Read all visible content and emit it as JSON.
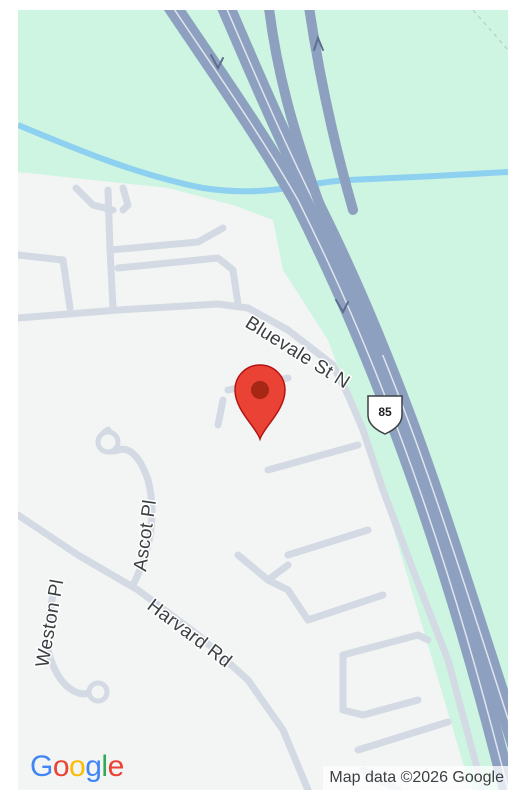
{
  "map": {
    "roads": {
      "bluevale": "Bluevale St N",
      "harvard": "Harvard Rd",
      "ascot": "Ascot Pl",
      "weston": "Weston Pl",
      "highway_shield": "85"
    },
    "marker": {
      "icon": "map-pin-icon",
      "color": "#ea4335"
    },
    "logo": [
      "G",
      "o",
      "o",
      "g",
      "l",
      "e"
    ],
    "attribution": "Map data ©2026 Google",
    "colors": {
      "park": "#cdf5e2",
      "land": "#f3f4f4",
      "local_road": "#d3dae3",
      "highway": "#8ea0bf",
      "water": "#8ed0ef",
      "logo_blue": "#4285f4",
      "logo_red": "#ea4335",
      "logo_yellow": "#fbbc05",
      "logo_green": "#34a853"
    }
  }
}
